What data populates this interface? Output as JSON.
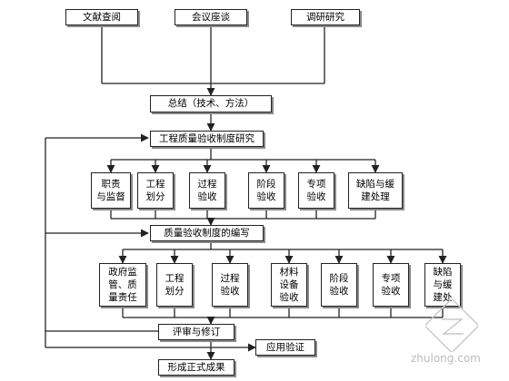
{
  "top": {
    "literature": "文献查阅",
    "meeting": "会议座谈",
    "research": "调研研究"
  },
  "summary": "总结（技术、方法）",
  "system_study": {
    "title": "工程质量验收制度研究",
    "items": [
      "职责\n与监督",
      "工程\n划分",
      "过程\n验收",
      "阶段\n验收",
      "专项\n验收",
      "缺陷与缓\n建处理"
    ]
  },
  "compile": {
    "title": "质量验收制度的编写",
    "items": [
      "政府监\n管、质\n量责任",
      "工程\n划分",
      "过程\n验收",
      "材料\n设备\n验收",
      "阶段\n验收",
      "专项\n验收",
      "缺陷\n与缓\n建处"
    ]
  },
  "review": "评审与修订",
  "validation": "应用验证",
  "result": "形成正式成果",
  "watermark": "zhulong.com",
  "colors": {
    "line": "#222222",
    "shadow": "#8a8a8a",
    "watermark": "#bbbbbb"
  }
}
